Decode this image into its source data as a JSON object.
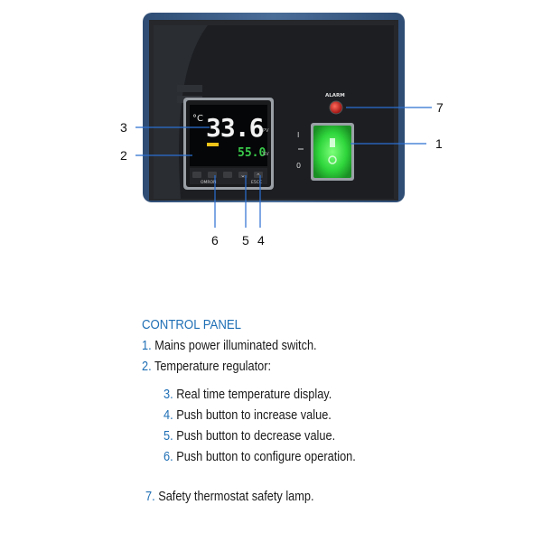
{
  "callouts": {
    "c1": "1",
    "c2": "2",
    "c3": "3",
    "c4": "4",
    "c5": "5",
    "c6": "6",
    "c7": "7"
  },
  "device": {
    "alarm_label": "ALARM",
    "switch_on_label": "I",
    "switch_off_label": "0",
    "display_pv_value": "33.6",
    "display_sv_value": "55.0",
    "display_unit": "°C",
    "pv_label": "PV",
    "sv_label": "SV",
    "brand_label": "OMRON",
    "model_label": "E5CC",
    "colors": {
      "panel": "#1c1e22",
      "frame": "#3d5d84",
      "switch_green": "#27d23a",
      "alarm_red": "#c81e1e",
      "lcd_bg": "#050607",
      "sv_green": "#39c94a",
      "indicator_yellow": "#f0c419"
    }
  },
  "legend": {
    "heading": "CONTROL PANEL",
    "items": [
      {
        "num": "1.",
        "text": " Mains power illuminated  switch."
      },
      {
        "num": "2.",
        "text": " Temperature regulator:"
      },
      {
        "num": "3.",
        "text": " Real time temperature display."
      },
      {
        "num": "4.",
        "text": " Push button to increase value."
      },
      {
        "num": "5.",
        "text": " Push button to decrease value."
      },
      {
        "num": "6.",
        "text": " Push button to configure operation."
      },
      {
        "num": "7.",
        "text": " Safety thermostat safety lamp."
      }
    ]
  }
}
